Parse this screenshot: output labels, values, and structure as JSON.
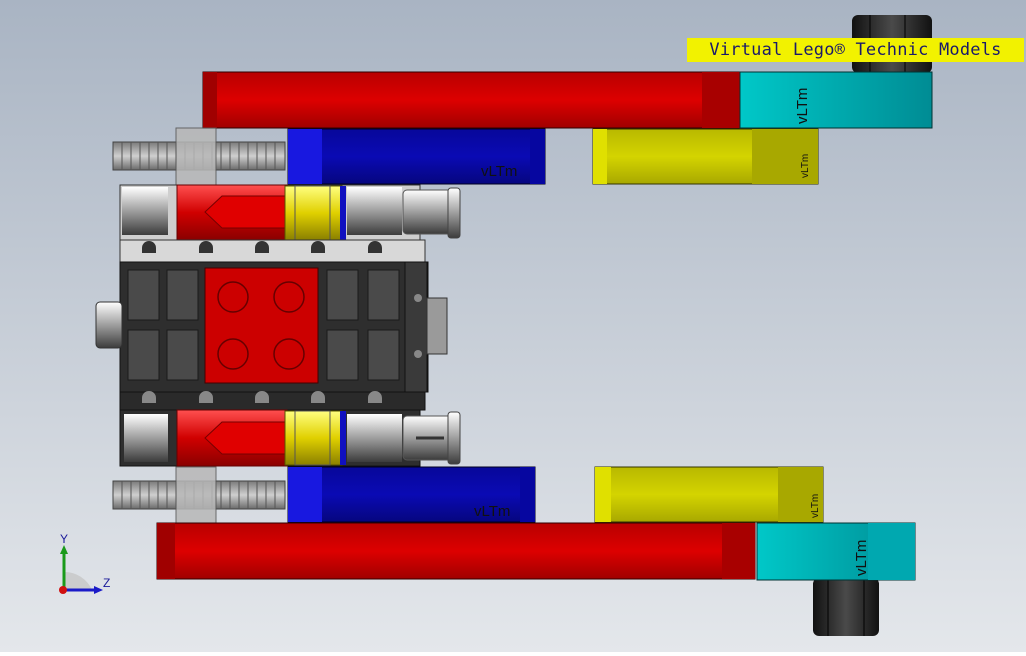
{
  "app": {
    "watermark": "Virtual Lego® Technic Models"
  },
  "labels": {
    "vltm": "vLTm"
  },
  "triad": {
    "y_label": "Y",
    "z_label": "Z"
  },
  "colors": {
    "background_top": "#aeb8c6",
    "background_bottom": "#e2e5ea",
    "red": "#c80000",
    "blue": "#0a0ac8",
    "yellow": "#cccc00",
    "cyan": "#00b0b0",
    "dark_gray": "#3a3a3a",
    "light_gray": "#c8c8c8",
    "black_tire": "#1a1a1a",
    "watermark_bg": "#f2f200"
  }
}
